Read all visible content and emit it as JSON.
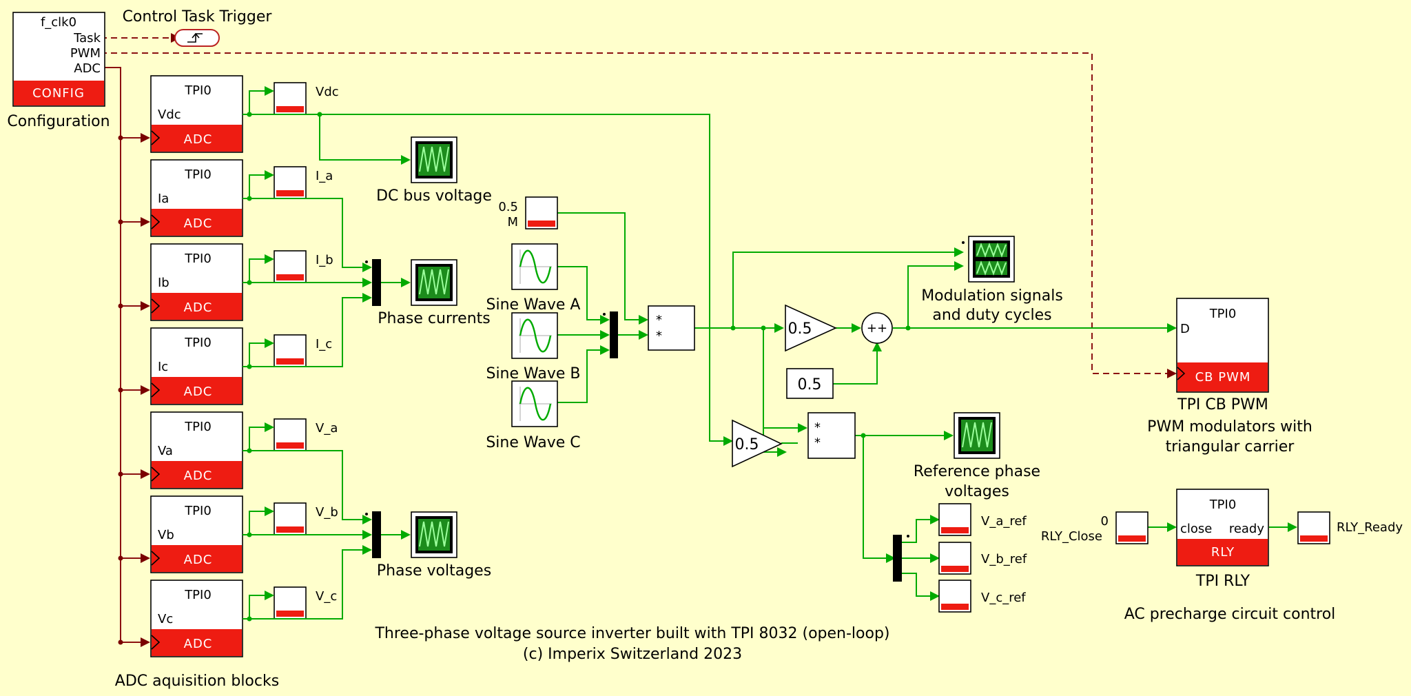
{
  "colors": {
    "background": "#ffffcc",
    "signal_wire": "#00aa00",
    "trigger_wire": "#8b1010",
    "block_accent": "#ee1c12"
  },
  "config": {
    "clock": "f_clk0",
    "ports": [
      "Task",
      "PWM",
      "ADC"
    ],
    "tag": "CONFIG",
    "caption": "Configuration"
  },
  "trigger_caption": "Control Task Trigger",
  "adc_blocks": [
    {
      "header": "TPI0",
      "port": "Vdc",
      "tag": "ADC",
      "probe": "Vdc"
    },
    {
      "header": "TPI0",
      "port": "Ia",
      "tag": "ADC",
      "probe": "I_a"
    },
    {
      "header": "TPI0",
      "port": "Ib",
      "tag": "ADC",
      "probe": "I_b"
    },
    {
      "header": "TPI0",
      "port": "Ic",
      "tag": "ADC",
      "probe": "I_c"
    },
    {
      "header": "TPI0",
      "port": "Va",
      "tag": "ADC",
      "probe": "V_a"
    },
    {
      "header": "TPI0",
      "port": "Vb",
      "tag": "ADC",
      "probe": "V_b"
    },
    {
      "header": "TPI0",
      "port": "Vc",
      "tag": "ADC",
      "probe": "V_c"
    }
  ],
  "adc_caption": "ADC aquisition blocks",
  "scopes": {
    "dc_bus": "DC bus voltage",
    "phase_currents": "Phase currents",
    "phase_voltages": "Phase voltages",
    "modulation_line1": "Modulation signals",
    "modulation_line2": "and duty cycles",
    "reference_line1": "Reference phase",
    "reference_line2": "voltages"
  },
  "modulation_index": {
    "value": "0.5",
    "name": "M"
  },
  "sine_waves": [
    "Sine Wave A",
    "Sine Wave B",
    "Sine Wave C"
  ],
  "product_sign": "*",
  "gains": {
    "upper": "0.5",
    "lower": "0.5"
  },
  "sum_signs": "++",
  "offset_constant": "0.5",
  "pwm": {
    "header": "TPI0",
    "port": "D",
    "tag": "CB PWM",
    "caption1": "TPI CB PWM",
    "caption2": "PWM modulators with",
    "caption3": "triangular carrier"
  },
  "reference_probes": [
    "V_a_ref",
    "V_b_ref",
    "V_c_ref"
  ],
  "relay": {
    "header": "TPI0",
    "in_port": "close",
    "out_port": "ready",
    "tag": "RLY",
    "input_value": "0",
    "input_name": "RLY_Close",
    "output_name": "RLY_Ready",
    "caption1": "TPI RLY",
    "caption2": "AC precharge circuit control"
  },
  "footer": {
    "line1": "Three-phase voltage source inverter built with TPI 8032 (open-loop)",
    "line2": "(c) Imperix Switzerland 2023"
  }
}
